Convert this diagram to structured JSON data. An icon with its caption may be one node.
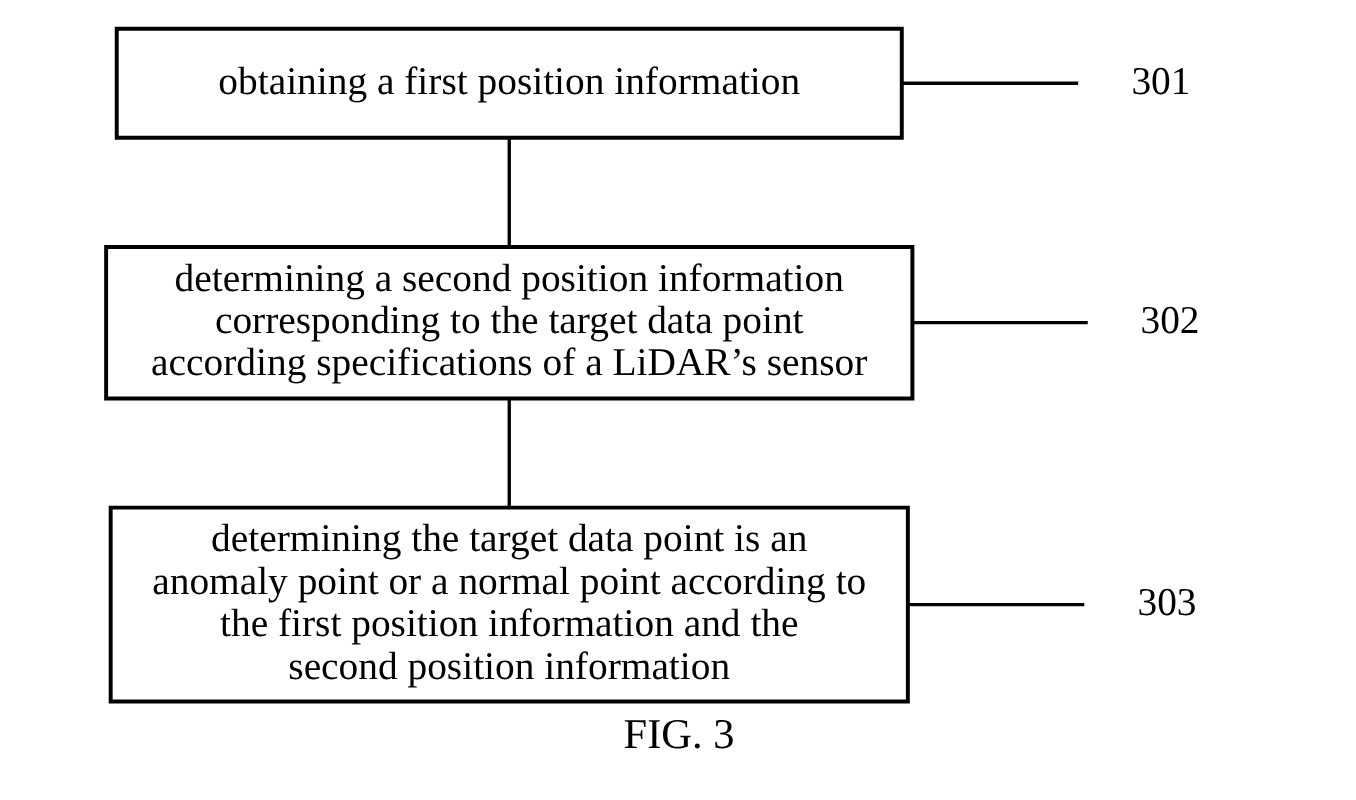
{
  "diagram": {
    "caption": "FIG. 3",
    "nodes": [
      {
        "text": [
          "obtaining a first position information"
        ]
      },
      {
        "text": [
          "determining a second position information corresponding to the target data point according specifications of a LiDAR’s sensor"
        ]
      },
      {
        "text": [
          "determining the target data point is an anomaly point or a normal point according to the first position information and the second position information"
        ]
      },
      {
        "text": [
          "301"
        ]
      },
      {
        "text": [
          "302"
        ]
      },
      {
        "text": [
          "303"
        ]
      }
    ],
    "edges": [
      {
        "from": 0,
        "to": 1,
        "arrow": "none"
      },
      {
        "from": 1,
        "to": 2,
        "arrow": "none"
      },
      {
        "from": 3,
        "to": 0,
        "arrow": "none"
      },
      {
        "from": 4,
        "to": 1,
        "arrow": "none"
      },
      {
        "from": 5,
        "to": 2,
        "arrow": "none"
      }
    ]
  }
}
